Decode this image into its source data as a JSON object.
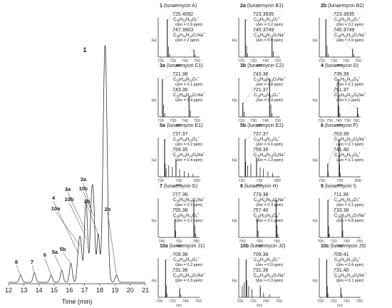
{
  "chart_data": [
    {
      "type": "line",
      "name_in_figure": "chromatogram",
      "xlabel": "Time (min)",
      "xlim": [
        12,
        21
      ],
      "xticks": [
        12,
        13,
        14,
        15,
        16,
        17,
        18,
        19,
        20,
        21
      ],
      "ylim": [
        0,
        1
      ],
      "grid": false,
      "peaks": [
        {
          "label": "8",
          "x": 12.8,
          "y": 0.03
        },
        {
          "label": "7",
          "x": 13.7,
          "y": 0.04
        },
        {
          "label": "6",
          "x": 14.8,
          "y": 0.03
        },
        {
          "label": "5a",
          "x": 15.5,
          "y": 0.05
        },
        {
          "label": "5b",
          "x": 16.1,
          "y": 0.08
        },
        {
          "label": "4",
          "x": 16.6,
          "y": 0.12
        },
        {
          "label": "10a",
          "x": 16.75,
          "y": 0.15
        },
        {
          "label": "3a",
          "x": 17.05,
          "y": 0.22
        },
        {
          "label": "10b",
          "x": 17.15,
          "y": 0.18
        },
        {
          "label": "2a",
          "x": 17.45,
          "y": 0.3
        },
        {
          "label": "10c",
          "x": 17.6,
          "y": 0.28
        },
        {
          "label": "3b",
          "x": 17.9,
          "y": 0.2
        },
        {
          "label": "1",
          "x": 18.35,
          "y": 1.0
        },
        {
          "label": "2b",
          "x": 19.1,
          "y": 0.03
        }
      ]
    }
  ],
  "spectra": [
    {
      "bold": "1",
      "name": " (lunaemycin A)",
      "xticks": [
        "720",
        "730",
        "740",
        "750"
      ],
      "ylabel": "RA",
      "xlabel": "m/z",
      "xlim": [
        718,
        752
      ],
      "peaks": [
        {
          "mz": 725.4092,
          "ri": 1.0,
          "major": true
        },
        {
          "mz": 726.4,
          "ri": 0.28
        },
        {
          "mz": 727.4,
          "ri": 0.08
        },
        {
          "mz": 747.3903,
          "ri": 0.2,
          "major": true
        },
        {
          "mz": 748.4,
          "ri": 0.06
        }
      ],
      "labels": [
        {
          "mz": "725.4092",
          "formula": "C35H53N10O7+",
          "delta": "(Δm = 0.9 ppm)"
        },
        {
          "mz": "747.3903",
          "formula": "C35H52N10O7Na+",
          "delta": "(Δm = 2 ppm)"
        }
      ]
    },
    {
      "bold": "2a",
      "name": " (lunaemycin B1)",
      "xticks": [
        "720",
        "730",
        "740",
        "750"
      ],
      "ylabel": "RA",
      "xlabel": "m/z",
      "xlim": [
        718,
        752
      ],
      "peaks": [
        {
          "mz": 723.3935,
          "ri": 1.0,
          "major": true
        },
        {
          "mz": 724.4,
          "ri": 0.3
        },
        {
          "mz": 725.4,
          "ri": 0.1
        },
        {
          "mz": 745.3749,
          "ri": 0.5,
          "major": true
        },
        {
          "mz": 746.4,
          "ri": 0.15
        }
      ],
      "labels": [
        {
          "mz": "723.3935",
          "formula": "C35H51N10O7+",
          "delta": "(Δm = 0.2 ppm)"
        },
        {
          "mz": "745.3749",
          "formula": "C35H50N10O7Na+",
          "delta": "(Δm = 0.9 ppm)"
        }
      ]
    },
    {
      "bold": "2b",
      "name": " (lunaemycin B2)",
      "xticks": [
        "720",
        "730",
        "740",
        "750"
      ],
      "ylabel": "RA",
      "xlabel": "m/z",
      "xlim": [
        718,
        752
      ],
      "peaks": [
        {
          "mz": 723.3935,
          "ri": 1.0,
          "major": true
        },
        {
          "mz": 724.4,
          "ri": 0.3
        },
        {
          "mz": 725.4,
          "ri": 0.08
        },
        {
          "mz": 745.3749,
          "ri": 0.22,
          "major": true
        },
        {
          "mz": 746.4,
          "ri": 0.07
        }
      ],
      "labels": [
        {
          "mz": "723.3935",
          "formula": "C35H51N10O7+",
          "delta": "(Δm = 0.2 ppm)"
        },
        {
          "mz": "745.3749",
          "formula": "C35H50N10O7Na+",
          "delta": "(Δm = 0.9 ppm)"
        }
      ]
    },
    {
      "bold": "3a",
      "name": " (lunaemycin C1)",
      "xticks": [
        "720",
        "730",
        "740",
        "750"
      ],
      "ylabel": "RA",
      "xlabel": "m/z",
      "xlim": [
        718,
        752
      ],
      "peaks": [
        {
          "mz": 721.38,
          "ri": 1.0,
          "major": true
        },
        {
          "mz": 722.4,
          "ri": 0.32
        },
        {
          "mz": 723.4,
          "ri": 0.1
        },
        {
          "mz": 743.36,
          "ri": 0.55,
          "major": true
        },
        {
          "mz": 744.4,
          "ri": 0.18
        }
      ],
      "labels": [
        {
          "mz": "721.38",
          "formula": "C35H49N10O7+",
          "delta": "(Δm = 0.1 ppm)"
        },
        {
          "mz": "743.36",
          "formula": "C35H48N10O7Na+",
          "delta": "(Δm = 0.4 ppm)"
        }
      ]
    },
    {
      "bold": "3b",
      "name": " (lunaemycin C2)",
      "xticks": [
        "720",
        "730",
        "740",
        "750"
      ],
      "ylabel": "RA",
      "xlabel": "m/z",
      "xlim": [
        718,
        752
      ],
      "peaks": [
        {
          "mz": 721.37,
          "ri": 0.38,
          "major": true
        },
        {
          "mz": 722.4,
          "ri": 0.14
        },
        {
          "mz": 743.36,
          "ri": 1.0,
          "major": true
        },
        {
          "mz": 744.4,
          "ri": 0.33
        },
        {
          "mz": 745.4,
          "ri": 0.1
        }
      ],
      "labels": [
        {
          "mz": "743.36",
          "formula": "C35H48N10O7Na+",
          "delta": "(Δm = 0.8 ppm)"
        },
        {
          "mz": "721.37",
          "formula": "C35H49N10O7+",
          "delta": "(Δm = 0.4 ppm)"
        }
      ]
    },
    {
      "bold": "4",
      "name": " (lunaemycin D)",
      "xticks": [
        "720",
        "730",
        "740",
        "750",
        "760"
      ],
      "ylabel": "RA",
      "xlabel": "m/z",
      "xlim": [
        718,
        765
      ],
      "peaks": [
        {
          "mz": 739.39,
          "ri": 1.0,
          "major": true
        },
        {
          "mz": 740.4,
          "ri": 0.3
        },
        {
          "mz": 741.4,
          "ri": 0.1
        },
        {
          "mz": 761.37,
          "ri": 0.25,
          "major": true
        },
        {
          "mz": 762.4,
          "ri": 0.08
        }
      ],
      "labels": [
        {
          "mz": "739.39",
          "formula": "C35H51N10O8+",
          "delta": "(Δm = 0.1 ppm)"
        },
        {
          "mz": "761.37",
          "formula": "C35H50N10O8Na+",
          "delta": "(Δm = 1 ppm)"
        }
      ]
    },
    {
      "bold": "5a",
      "name": " (lunaemycin E1)",
      "xticks": [
        "730",
        "765",
        "800"
      ],
      "ylabel": "RA",
      "xlabel": "m/z",
      "xlim": [
        725,
        805
      ],
      "peaks": [
        {
          "mz": 737.37,
          "ri": 1.0,
          "major": true
        },
        {
          "mz": 738.4,
          "ri": 0.35
        },
        {
          "mz": 740.4,
          "ri": 0.22
        },
        {
          "mz": 745.4,
          "ri": 0.3
        },
        {
          "mz": 752.4,
          "ri": 0.26
        },
        {
          "mz": 759.35,
          "ri": 0.45,
          "major": true
        },
        {
          "mz": 766.4,
          "ri": 0.2
        },
        {
          "mz": 775.4,
          "ri": 0.15
        },
        {
          "mz": 783.4,
          "ri": 0.1
        },
        {
          "mz": 792.4,
          "ri": 0.08
        }
      ],
      "labels": [
        {
          "mz": "737.37",
          "formula": "C35H49N10O8+",
          "delta": "(Δm = 0.2 ppm)"
        },
        {
          "mz": "759.35",
          "formula": "C35H48N10O8Na+",
          "delta": "(Δm = 0.4 ppm)"
        }
      ]
    },
    {
      "bold": "5b",
      "name": " (lunaemycin E2)",
      "xticks": [
        "730",
        "765",
        "800"
      ],
      "ylabel": "RA",
      "xlabel": "m/z",
      "xlim": [
        725,
        805
      ],
      "peaks": [
        {
          "mz": 737.37,
          "ri": 1.0,
          "major": true
        },
        {
          "mz": 738.4,
          "ri": 0.4
        },
        {
          "mz": 742.4,
          "ri": 0.3
        },
        {
          "mz": 748.4,
          "ri": 0.35
        },
        {
          "mz": 759.35,
          "ri": 0.5,
          "major": true
        },
        {
          "mz": 766.4,
          "ri": 0.25
        },
        {
          "mz": 772.4,
          "ri": 0.22
        },
        {
          "mz": 781.4,
          "ri": 0.14
        },
        {
          "mz": 790.4,
          "ri": 0.1
        }
      ],
      "labels": [
        {
          "mz": "737.37",
          "formula": "C35H49N10O8+",
          "delta": "(Δm = 0.6 ppm)"
        },
        {
          "mz": "759.35",
          "formula": "C35H48N10O8Na+",
          "delta": "(Δm = 1.3 ppm)"
        }
      ]
    },
    {
      "bold": "6",
      "name": " (lunaemycin F)",
      "xticks": [
        "730",
        "765",
        "800"
      ],
      "ylabel": "RA",
      "xlabel": "m/z",
      "xlim": [
        725,
        805
      ],
      "peaks": [
        {
          "mz": 741.4,
          "ri": 0.35,
          "major": true
        },
        {
          "mz": 742.4,
          "ri": 0.12
        },
        {
          "mz": 763.39,
          "ri": 1.0,
          "major": true
        },
        {
          "mz": 764.4,
          "ri": 0.33
        },
        {
          "mz": 765.4,
          "ri": 0.1
        }
      ],
      "labels": [
        {
          "mz": "763.39",
          "formula": "C35H52N10O8Na+",
          "delta": "(Δm = 0.7 ppm)"
        },
        {
          "mz": "741.40",
          "formula": "C35H53N10O8+",
          "delta": "(Δm = 0.1 ppm)"
        }
      ]
    },
    {
      "bold": "7",
      "name": " (lunaemycin G)",
      "xticks": [
        "740",
        "760",
        "780"
      ],
      "ylabel": "RA",
      "xlabel": "m/z",
      "xlim": [
        736,
        784
      ],
      "peaks": [
        {
          "mz": 755.38,
          "ri": 0.5,
          "major": true
        },
        {
          "mz": 756.4,
          "ri": 0.18
        },
        {
          "mz": 777.36,
          "ri": 1.0,
          "major": true
        },
        {
          "mz": 778.4,
          "ri": 0.32
        },
        {
          "mz": 779.4,
          "ri": 0.1
        }
      ],
      "labels": [
        {
          "mz": "777.36",
          "formula": "C35H50N10O9Na+",
          "delta": "(Δm = 0.3 ppm)"
        },
        {
          "mz": "755.38",
          "formula": "C35H51N10O9+",
          "delta": "(Δm = 0.3 ppm)"
        }
      ]
    },
    {
      "bold": "8",
      "name": " (lunaemycin H)",
      "xticks": [
        "740",
        "760",
        "780"
      ],
      "ylabel": "RA",
      "xlabel": "m/z",
      "xlim": [
        736,
        784
      ],
      "peaks": [
        {
          "mz": 757.4,
          "ri": 0.5,
          "major": true
        },
        {
          "mz": 758.4,
          "ri": 0.18
        },
        {
          "mz": 779.38,
          "ri": 1.0,
          "major": true
        },
        {
          "mz": 780.4,
          "ri": 0.33
        },
        {
          "mz": 781.4,
          "ri": 0.1
        }
      ],
      "labels": [
        {
          "mz": "779.38",
          "formula": "C35H52N10O9Na+",
          "delta": "(Δm = 0.3 ppm)"
        },
        {
          "mz": "757.40",
          "formula": "C35H53N10O9+",
          "delta": "(Δm = 0.1 ppm)"
        }
      ]
    },
    {
      "bold": "9",
      "name": " (lunaemycin I)",
      "xticks": [
        "700",
        "720",
        "740",
        "760"
      ],
      "ylabel": "RA",
      "xlabel": "m/z",
      "xlim": [
        698,
        762
      ],
      "peaks": [
        {
          "mz": 711.39,
          "ri": 1.0,
          "major": true
        },
        {
          "mz": 712.4,
          "ri": 0.3
        },
        {
          "mz": 713.4,
          "ri": 0.1
        },
        {
          "mz": 733.38,
          "ri": 0.55,
          "major": true
        },
        {
          "mz": 734.4,
          "ri": 0.18
        }
      ],
      "labels": [
        {
          "mz": "711.39",
          "formula": "C34H51N10O7+",
          "delta": "(Δm = 0.1 ppm)"
        },
        {
          "mz": "733.38",
          "formula": "C34H50N10O7Na+",
          "delta": "(Δm = 0.8 ppm)"
        }
      ]
    },
    {
      "bold": "10a",
      "name": " (lunaemycin J1)",
      "xticks": [
        "700",
        "720",
        "740",
        "760"
      ],
      "ylabel": "RA",
      "xlabel": "m/z",
      "xlim": [
        698,
        762
      ],
      "peaks": [
        {
          "mz": 709.38,
          "ri": 1.0,
          "major": true
        },
        {
          "mz": 710.4,
          "ri": 0.32
        },
        {
          "mz": 711.4,
          "ri": 0.1
        },
        {
          "mz": 731.36,
          "ri": 0.25,
          "major": true
        },
        {
          "mz": 732.4,
          "ri": 0.08
        }
      ],
      "labels": [
        {
          "mz": "709.38",
          "formula": "C34H49N10O7+",
          "delta": "(Δm = 0.2 ppm)"
        },
        {
          "mz": "731.36",
          "formula": "C34H48N10O7Na+",
          "delta": "(Δm = 0.3 ppm)"
        }
      ]
    },
    {
      "bold": "10b",
      "name": " (lunaemycin J2)",
      "xticks": [
        "700",
        "720",
        "740",
        "760"
      ],
      "ylabel": "RA",
      "xlabel": "m/z",
      "xlim": [
        698,
        762
      ],
      "peaks": [
        {
          "mz": 703.4,
          "ri": 0.3
        },
        {
          "mz": 706.4,
          "ri": 0.4
        },
        {
          "mz": 709.38,
          "ri": 1.0,
          "major": true
        },
        {
          "mz": 710.4,
          "ri": 0.45
        },
        {
          "mz": 713.4,
          "ri": 0.3
        },
        {
          "mz": 718.4,
          "ri": 0.22
        },
        {
          "mz": 731.36,
          "ri": 0.3,
          "major": true
        },
        {
          "mz": 736.4,
          "ri": 0.12
        },
        {
          "mz": 745.4,
          "ri": 0.08
        }
      ],
      "labels": [
        {
          "mz": "709.38",
          "formula": "C34H49N10O7+",
          "delta": "(Δm = 0.9 ppm)"
        },
        {
          "mz": "731.36",
          "formula": "C34H48N10O7Na+",
          "delta": "(Δm = 0.3 ppm)"
        }
      ]
    },
    {
      "bold": "10c",
      "name": " (lunaemycin J3)",
      "xticks": [
        "700",
        "720",
        "740",
        "760"
      ],
      "ylabel": "RA",
      "xlabel": "m/z",
      "xlim": [
        698,
        762
      ],
      "peaks": [
        {
          "mz": 709.41,
          "ri": 1.0,
          "major": true
        },
        {
          "mz": 710.4,
          "ri": 0.3
        },
        {
          "mz": 711.4,
          "ri": 0.1
        },
        {
          "mz": 731.4,
          "ri": 0.25,
          "major": true
        },
        {
          "mz": 732.4,
          "ri": 0.08
        }
      ],
      "labels": [
        {
          "mz": "709.41",
          "formula": "C35H53N10O6+",
          "delta": "(Δm = 0.4 ppm)"
        },
        {
          "mz": "731.40",
          "formula": "C35H52N10O6Na+",
          "delta": "(Δm = 0.1 ppm)"
        }
      ]
    }
  ],
  "colors": {
    "trace": "#333333",
    "leader": "#8fb8d8",
    "text": "#1a1a1a"
  }
}
